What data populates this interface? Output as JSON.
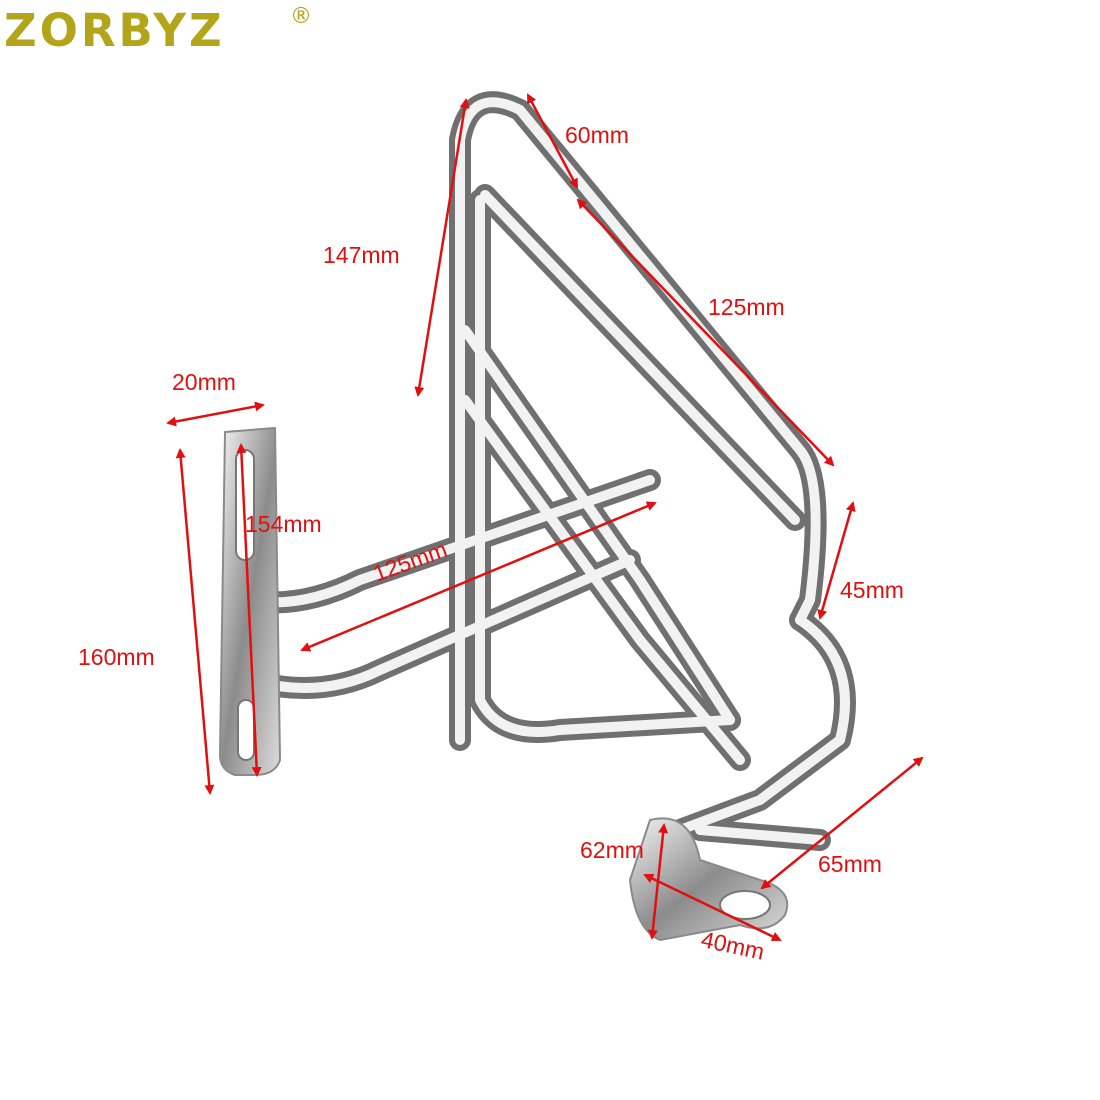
{
  "brand": {
    "name": "ZORBYZ",
    "registered": "®",
    "color": "#b3a51a"
  },
  "accent_color": "#e01010",
  "image_subject": "chrome-rear-luggage-rack",
  "dimensions": {
    "top_width": "60mm",
    "rack_height": "147mm",
    "rack_length": "125mm",
    "bracket_width": "20mm",
    "bracket_slot": "154mm",
    "arm_length": "125mm",
    "bracket_height": "160mm",
    "side_height": "45mm",
    "mount_height": "62mm",
    "mount_arm": "65mm",
    "mount_plate": "40mm"
  }
}
